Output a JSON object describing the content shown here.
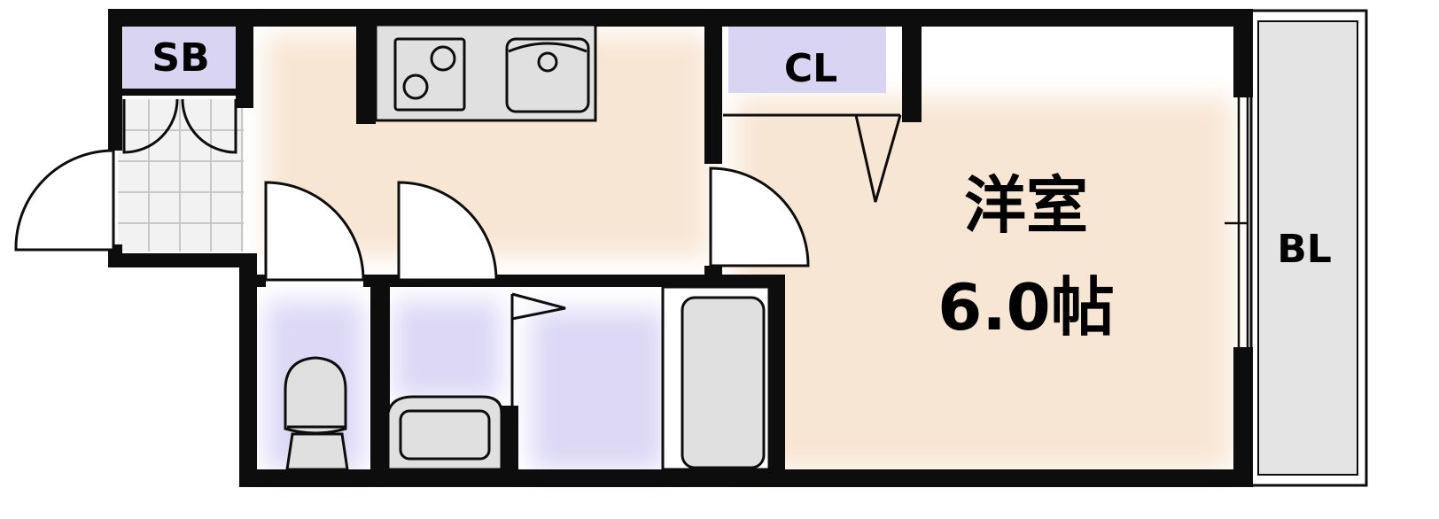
{
  "plan": {
    "labels": {
      "sb": "SB",
      "cl": "CL",
      "bl": "BL",
      "room_name": "洋室",
      "room_size": "6.0帖"
    },
    "colors": {
      "wall": "#0d0d0d",
      "western_room": "#f8e6d4",
      "wet_area": "#d9d6f5",
      "storage": "#d8d4f2",
      "equipment": "#e0e0e0",
      "balcony": "#e4e4e4",
      "floor": "#ffffff"
    },
    "icons": [
      "door-swing-icon",
      "stove-icon",
      "sink-icon",
      "toilet-icon",
      "washbasin-icon",
      "bathtub-icon",
      "floor-tile-icon",
      "sliding-window-icon"
    ]
  }
}
